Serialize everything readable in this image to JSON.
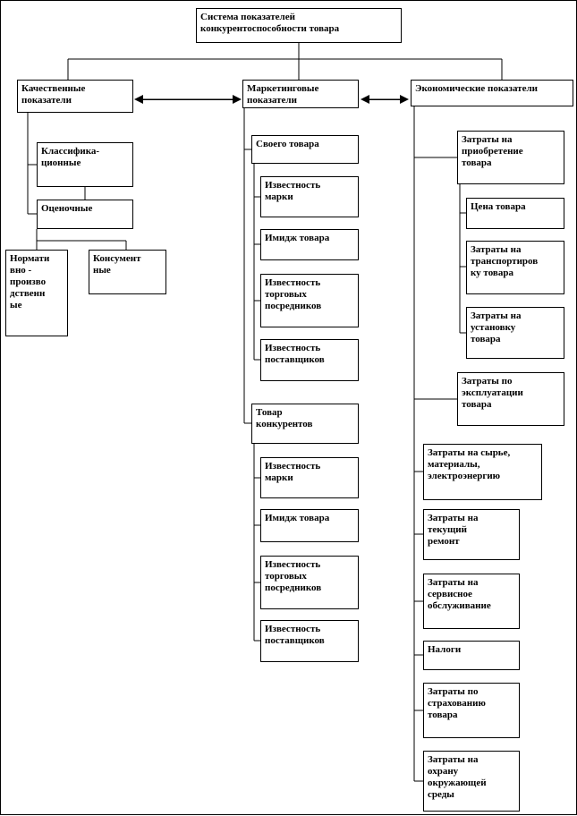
{
  "colors": {
    "line": "#000000",
    "box_background": "#ffffff",
    "text": "#000000"
  },
  "diagram": {
    "title": "Система показателей\nконкурентоспособности товара",
    "quality": {
      "label": "Качественные\nпоказатели",
      "classification": "Классифика-\nционные",
      "evaluative": "Оценочные",
      "normative_production": "Нормати\nвно -\nпроизво\nдственн\nые",
      "consument": "Консумент\nные"
    },
    "marketing": {
      "label": "Маркетинговые\nпоказатели",
      "own_product": {
        "label": "Своего товара",
        "items": [
          "Известность\nмарки",
          "Имидж товара",
          "Известность\nторговых\nпосредников",
          "Известность\nпоставщиков"
        ]
      },
      "competitor_product": {
        "label": "Товар\nконкурентов",
        "items": [
          "Известность\nмарки",
          "Имидж товара",
          "Известность\nторговых\nпосредников",
          "Известность\nпоставщиков"
        ]
      }
    },
    "economic": {
      "label": "Экономические показатели",
      "acquisition": {
        "label": "Затраты на\nприобретение\nтовара",
        "items": [
          "Цена товара",
          "Затраты на\nтранспортиров\nку товара",
          "Затраты на\nустановку\nтовара"
        ]
      },
      "operation": "Затраты по\nэксплуатации\nтовара",
      "materials": "Затраты на сырье,\nматериалы,\nэлектроэнергию",
      "repair": "Затраты на\nтекущий\nремонт",
      "service": "Затраты на\nсервисное\nобслуживание",
      "taxes": "Налоги",
      "insurance": "Затраты по\nстрахованию\nтовара",
      "environment": "Затраты на\nохрану\nокружающей\nсреды"
    }
  }
}
